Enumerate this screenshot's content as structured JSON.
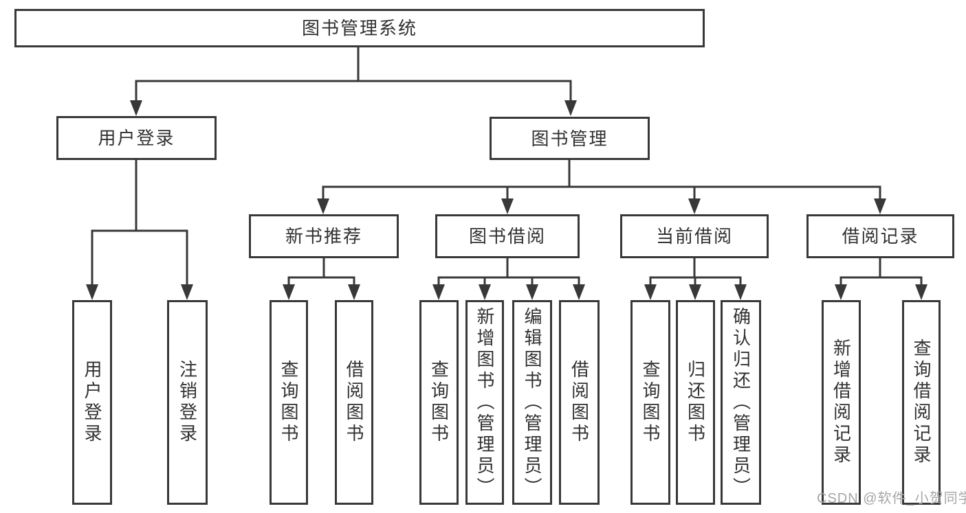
{
  "title": "图书管理系统",
  "watermark": {
    "text": "CSDN @软件_小贺同学"
  },
  "colors": {
    "line": "#383838",
    "box_border": "#383838",
    "text": "#313131",
    "watermark": "#a6a6a6",
    "background": "#ffffff"
  },
  "tree": {
    "root": {
      "label": "图书管理系统",
      "children": [
        {
          "label": "用户登录",
          "children": [
            {
              "label": "用户登录"
            },
            {
              "label": "注销登录"
            }
          ]
        },
        {
          "label": "图书管理",
          "children": [
            {
              "label": "新书推荐",
              "children": [
                {
                  "label": "查询图书"
                },
                {
                  "label": "借阅图书"
                }
              ]
            },
            {
              "label": "图书借阅",
              "children": [
                {
                  "label": "查询图书"
                },
                {
                  "label": "新增图书（管理员）"
                },
                {
                  "label": "编辑图书（管理员）"
                },
                {
                  "label": "借阅图书"
                }
              ]
            },
            {
              "label": "当前借阅",
              "children": [
                {
                  "label": "查询图书"
                },
                {
                  "label": "归还图书"
                },
                {
                  "label": "确认归还（管理员）"
                }
              ]
            },
            {
              "label": "借阅记录",
              "children": [
                {
                  "label": "新增借阅记录"
                },
                {
                  "label": "查询借阅记录"
                }
              ]
            }
          ]
        }
      ]
    }
  }
}
